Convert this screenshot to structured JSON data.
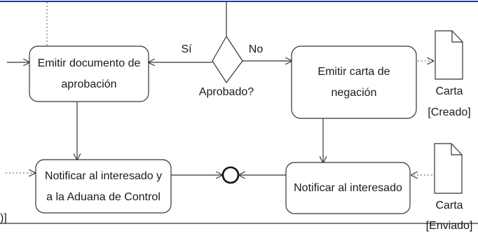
{
  "diagram": {
    "actions": {
      "emit_approval": {
        "line1": "Emitir documento de",
        "line2": "aprobación"
      },
      "emit_rejection": {
        "line1": "Emitir carta de",
        "line2": "negación"
      },
      "notify_customs": {
        "line1": "Notificar al interesado y",
        "line2": "a la Aduana de Control"
      },
      "notify_party": {
        "label": "Notificar al interesado"
      }
    },
    "decision": {
      "label": "Aprobado?",
      "yes": "Sí",
      "no": "No"
    },
    "objects": {
      "letter_created": {
        "name": "Carta",
        "state": "[Creado]"
      },
      "letter_sent": {
        "name": "Carta",
        "state": "[Enviado]"
      }
    },
    "partition_fragment": ")]",
    "colors": {
      "frame": "#1a3fa8",
      "line": "#333333",
      "text": "#1a1a1a"
    }
  }
}
